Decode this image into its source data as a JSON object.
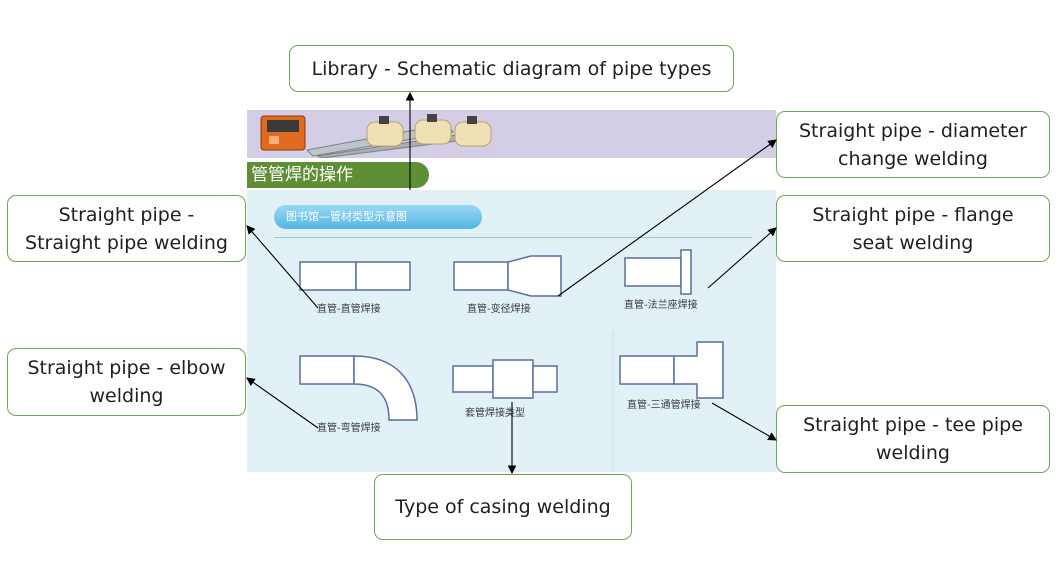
{
  "callouts": {
    "library": "Library - Schematic diagram of pipe types",
    "straight_straight": "Straight pipe -\nStraight pipe welding",
    "diameter_change": "Straight pipe - diameter\nchange welding",
    "flange_seat": "Straight pipe - flange\nseat welding",
    "elbow": "Straight pipe - elbow\nwelding",
    "tee": "Straight pipe - tee pipe\nwelding",
    "casing": "Type of casing welding"
  },
  "screen": {
    "title": "管管焊的操作",
    "library_label": "图书馆—管材类型示意图",
    "captions": {
      "straight_straight": "直管-直管焊接",
      "diameter_change": "直管-变径焊接",
      "flange_seat": "直管-法兰座焊接",
      "elbow": "直管-弯管焊接",
      "casing": "套管焊接类型",
      "tee": "直管-三通管焊接"
    }
  },
  "colors": {
    "callout_border": "#6aa84f",
    "banner": "#d3cde6",
    "title_tab": "#5f8f35",
    "content_bg": "#e2f1f6",
    "pipe_stroke": "#5a6f9c",
    "arrow": "#000000"
  }
}
